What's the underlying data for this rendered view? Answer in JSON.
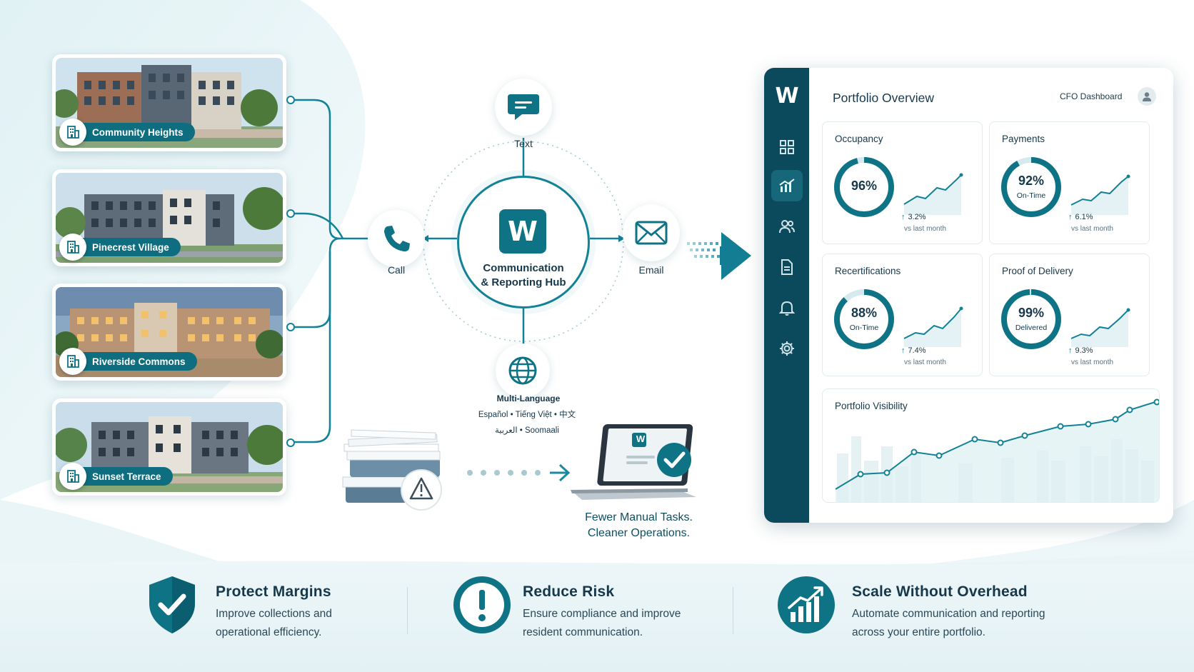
{
  "properties": [
    {
      "name": "Community Heights"
    },
    {
      "name": "Pinecrest Village"
    },
    {
      "name": "Riverside Commons"
    },
    {
      "name": "Sunset Terrace"
    }
  ],
  "hub": {
    "title_line1": "Communication",
    "title_line2": "& Reporting Hub",
    "logo_letter": "W",
    "channels": {
      "text": "Text",
      "call": "Call",
      "email": "Email"
    },
    "multilanguage": {
      "title": "Multi-Language",
      "line1": "Español  •  Tiếng Việt  •  中文",
      "line2": "العربية  •  Soomaali"
    }
  },
  "transition": {
    "line1": "Fewer Manual Tasks.",
    "line2": "Cleaner Operations.",
    "laptop_logo": "W"
  },
  "dashboard": {
    "logo": "W",
    "title": "Portfolio Overview",
    "tag": "CFO Dashboard",
    "sidebar_icons": [
      "grid-icon",
      "chart-icon",
      "users-icon",
      "document-icon",
      "bell-icon",
      "gear-icon"
    ],
    "active_icon": "chart-icon",
    "accent": "#0f7386",
    "kpis": [
      {
        "title": "Occupancy",
        "value": "96%",
        "sub": "",
        "percent": 96,
        "delta": "3.2%",
        "vs": "vs last month"
      },
      {
        "title": "Payments",
        "value": "92%",
        "sub": "On-Time",
        "percent": 92,
        "delta": "6.1%",
        "vs": "vs last month"
      },
      {
        "title": "Recertifications",
        "value": "88%",
        "sub": "On-Time",
        "percent": 88,
        "delta": "7.4%",
        "vs": "vs last month"
      },
      {
        "title": "Proof of Delivery",
        "value": "99%",
        "sub": "Delivered",
        "percent": 99,
        "delta": "9.3%",
        "vs": "vs last month"
      }
    ],
    "visibility": {
      "title": "Portfolio Visibility"
    }
  },
  "benefits": [
    {
      "title": "Protect Margins",
      "line1": "Improve collections and",
      "line2": "operational efficiency.",
      "icon": "shield-check-icon"
    },
    {
      "title": "Reduce Risk",
      "line1": "Ensure compliance and improve",
      "line2": "resident communication.",
      "icon": "alert-icon"
    },
    {
      "title": "Scale Without Overhead",
      "line1": "Automate communication and reporting",
      "line2": "across your entire portfolio.",
      "icon": "growth-chart-icon"
    }
  ]
}
